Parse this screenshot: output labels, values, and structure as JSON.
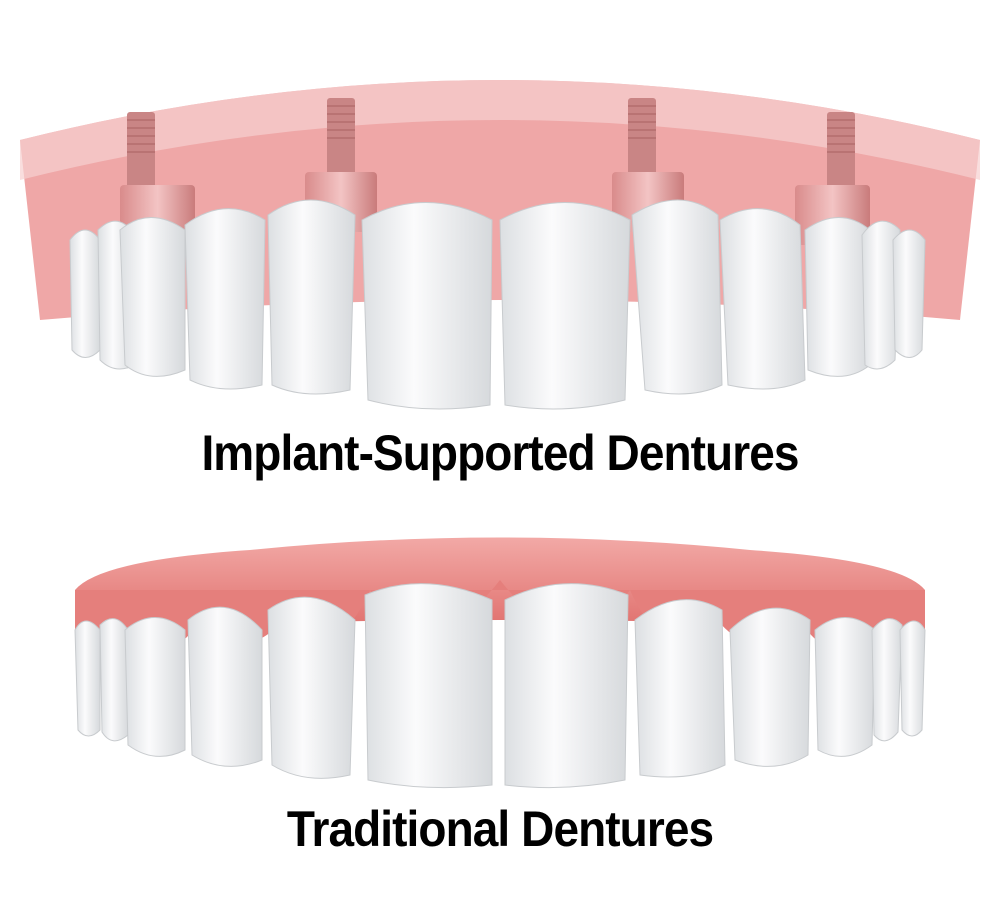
{
  "diagram": {
    "panels": [
      {
        "id": "implant",
        "label": "Implant-Supported Dentures",
        "implant_count": 4,
        "gum_color": "#e89a9a",
        "implant_color": "#c98080"
      },
      {
        "id": "traditional",
        "label": "Traditional Dentures",
        "gum_color": "#e57f7c"
      }
    ],
    "tooth_color": "#f4f5f6"
  }
}
